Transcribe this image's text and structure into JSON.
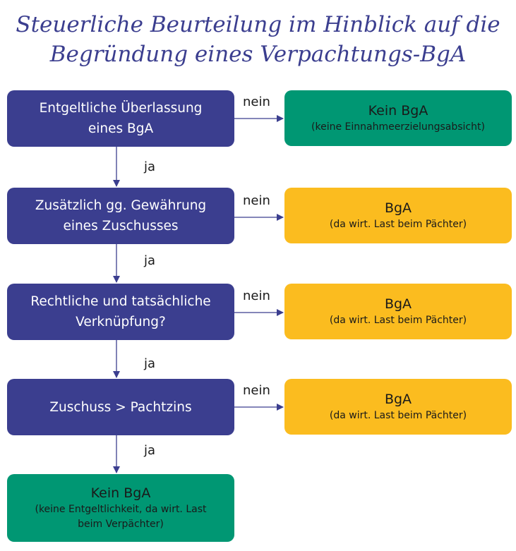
{
  "title": {
    "line1": "Steuerliche Beurteilung im Hinblick auf die",
    "line2": "Begründung eines Verpachtungs-BgA"
  },
  "questions": [
    {
      "line1": "Entgeltliche Überlassung",
      "line2": "eines BgA"
    },
    {
      "line1": "Zusätzlich gg. Gewährung",
      "line2": "eines Zuschusses"
    },
    {
      "line1": "Rechtliche und tatsächliche",
      "line2": "Verknüpfung?"
    },
    {
      "line1": "Zuschuss > Pachtzins",
      "line2": ""
    }
  ],
  "results": [
    {
      "main": "Kein BgA",
      "sub": "(keine Einnahmeerzielungsabsicht)"
    },
    {
      "main": "BgA",
      "sub": "(da wirt. Last beim Pächter)"
    },
    {
      "main": "BgA",
      "sub": "(da wirt. Last beim Pächter)"
    },
    {
      "main": "BgA",
      "sub": "(da wirt. Last beim Pächter)"
    }
  ],
  "final": {
    "main": "Kein BgA",
    "sub1": "(keine Entgeltlichkeit, da wirt. Last",
    "sub2": "beim Verpächter)"
  },
  "labels": {
    "no": "nein",
    "yes": "ja"
  },
  "colors": {
    "question": "#3b3e8f",
    "green": "#009773",
    "yellow": "#fbbc1f",
    "arrow": "#3b3e8f"
  }
}
